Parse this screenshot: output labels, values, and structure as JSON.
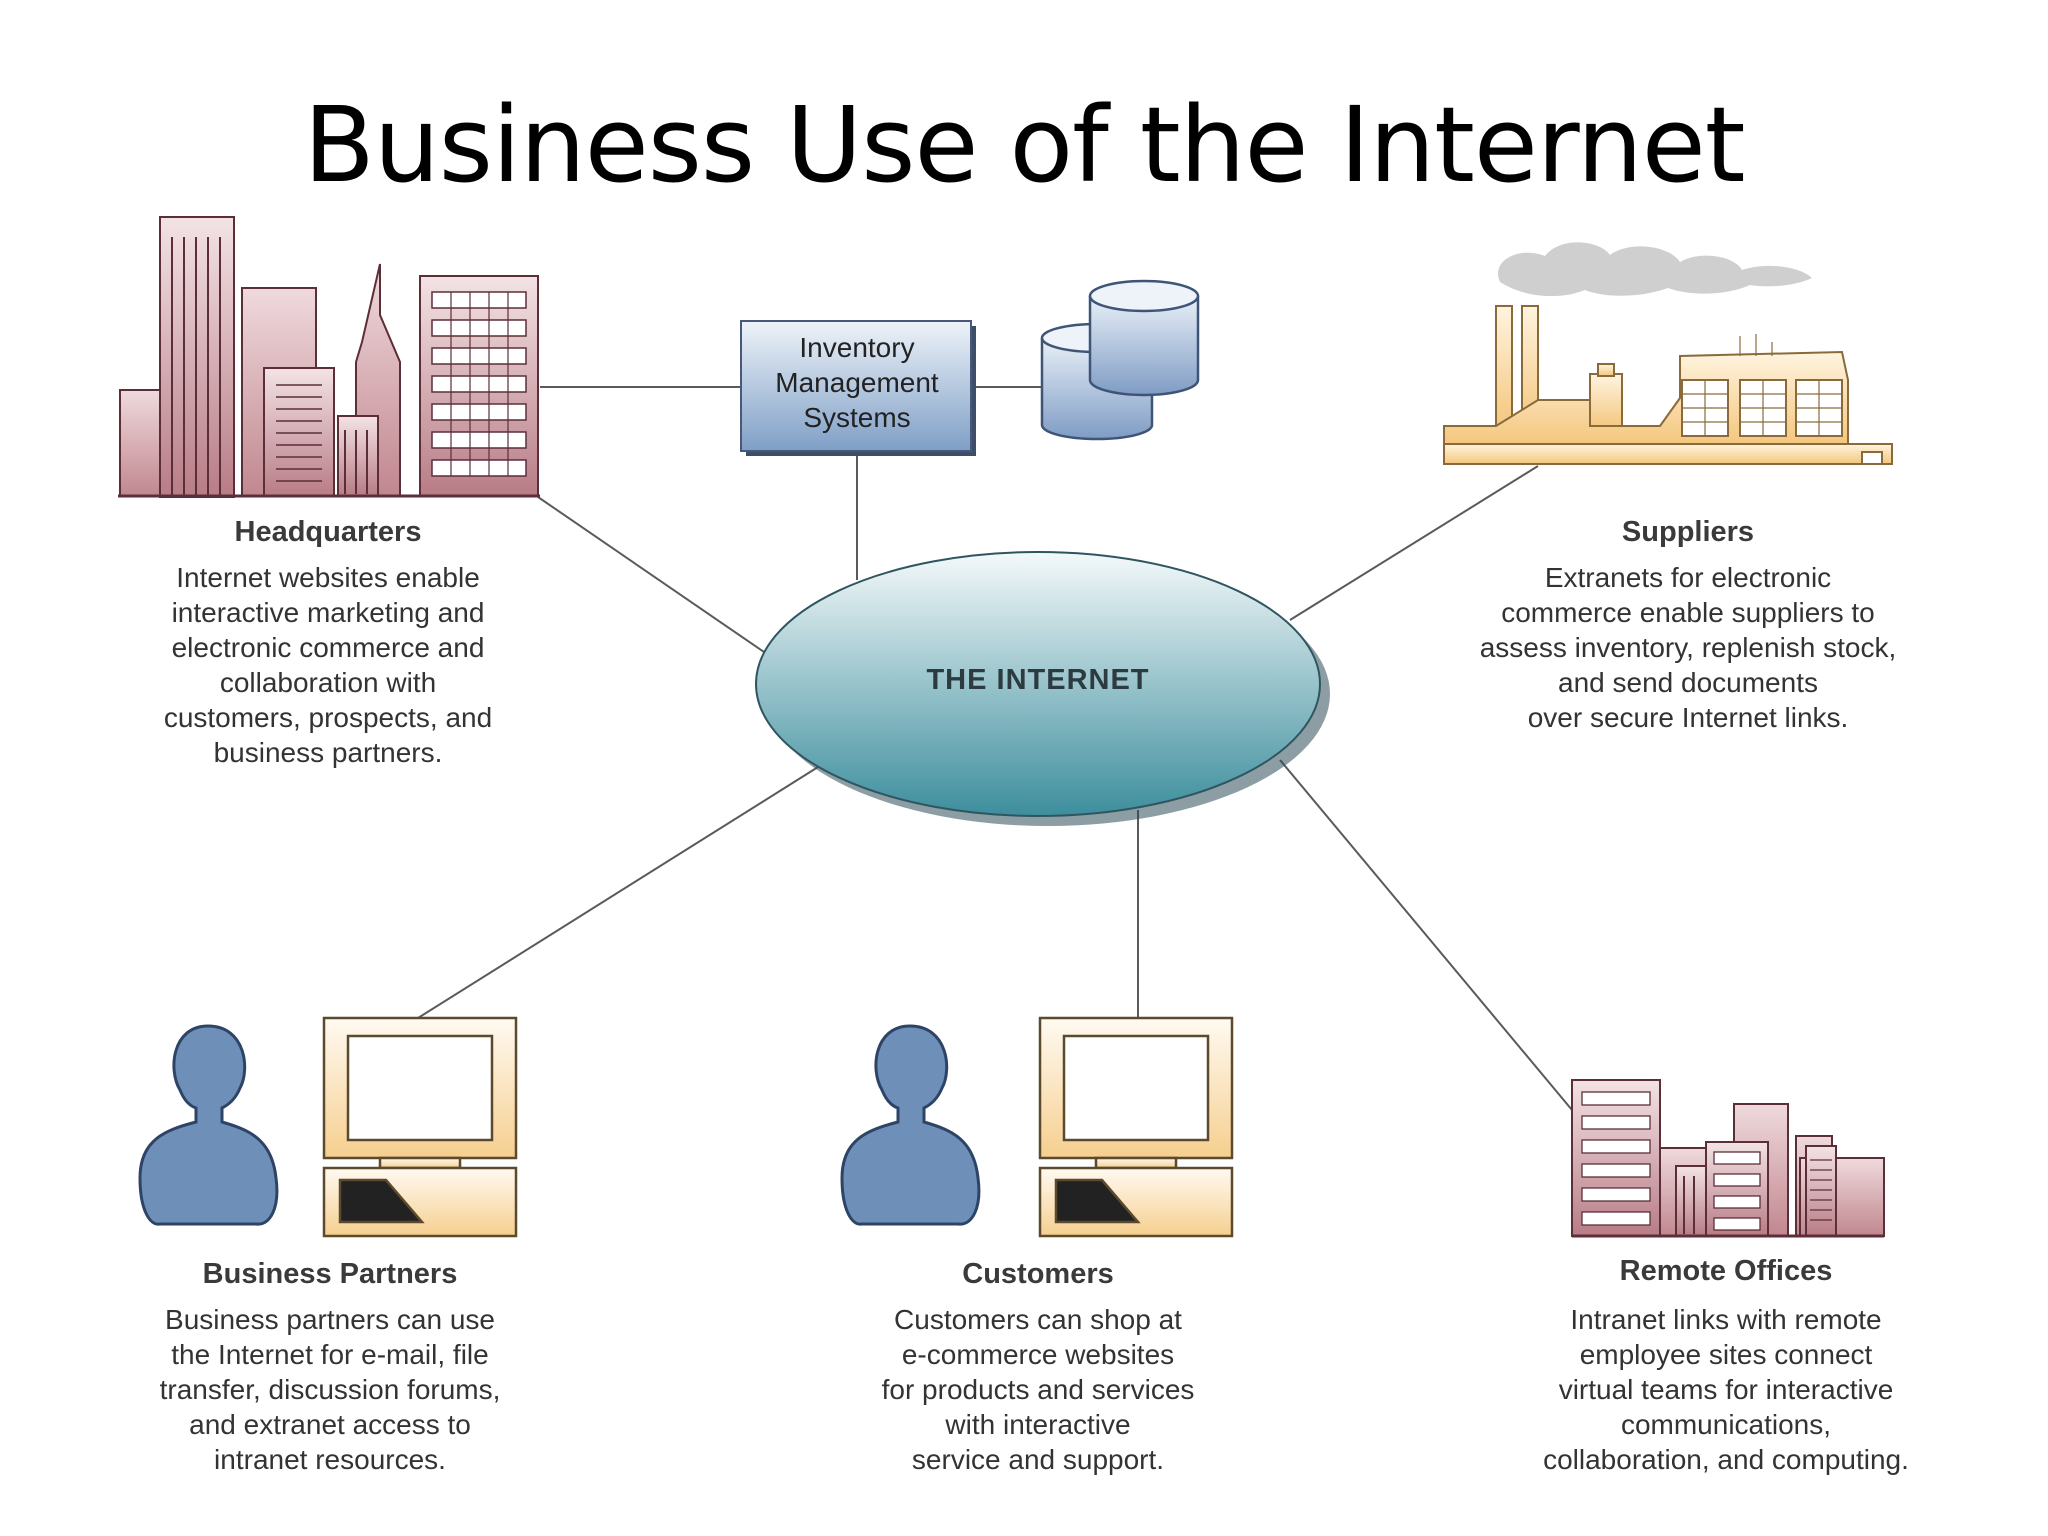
{
  "title": "Business Use of the Internet",
  "center": {
    "label": "THE INTERNET"
  },
  "inventory": {
    "lines": [
      "Inventory",
      "Management",
      "Systems"
    ]
  },
  "nodes": {
    "headquarters": {
      "title": "Headquarters",
      "lines": [
        "Internet websites enable",
        "interactive marketing and",
        "electronic commerce and",
        "collaboration with",
        "customers, prospects, and",
        "business partners."
      ]
    },
    "suppliers": {
      "title": "Suppliers",
      "lines": [
        "Extranets for electronic",
        "commerce enable suppliers to",
        "assess inventory, replenish stock,",
        "and send documents",
        "over secure Internet links."
      ]
    },
    "business_partners": {
      "title": "Business Partners",
      "lines": [
        "Business partners can use",
        "the Internet for e-mail, file",
        "transfer, discussion forums,",
        "and extranet access to",
        "intranet resources."
      ]
    },
    "customers": {
      "title": "Customers",
      "lines": [
        "Customers can shop at",
        "e-commerce websites",
        "for products and services",
        "with interactive",
        "service and support."
      ]
    },
    "remote_offices": {
      "title": "Remote Offices",
      "lines": [
        "Intranet links with remote",
        "employee sites connect",
        "virtual teams for interactive",
        "communications,",
        "collaboration, and computing."
      ]
    }
  },
  "colors": {
    "building": "#c9929a",
    "building_dark": "#6e3a44",
    "factory": "#f7d08c",
    "person": "#6f8fb6",
    "internet_top": "#f2f7f8",
    "internet_bottom": "#3f8f9e",
    "connector": "#555555"
  }
}
